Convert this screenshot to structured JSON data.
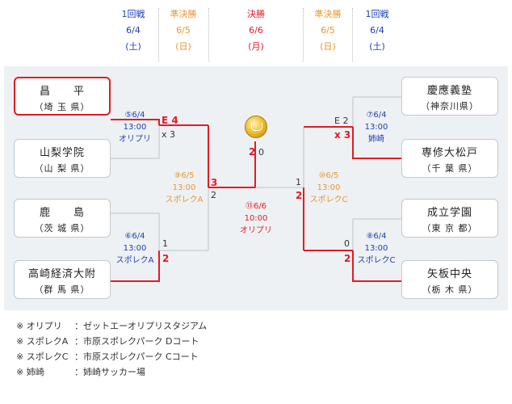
{
  "rounds": {
    "left_r1": {
      "name": "1回戦",
      "date": "6/4",
      "day": "(土)"
    },
    "left_sf": {
      "name": "準決勝",
      "date": "6/5",
      "day": "(日)"
    },
    "final": {
      "name": "決勝",
      "date": "6/6",
      "day": "(月)"
    },
    "right_sf": {
      "name": "準決勝",
      "date": "6/5",
      "day": "(日)"
    },
    "right_r1": {
      "name": "1回戦",
      "date": "6/4",
      "day": "(土)"
    }
  },
  "teams": {
    "t1": {
      "name": "昌　　平",
      "pref": "（埼 玉 県）"
    },
    "t2": {
      "name": "山梨学院",
      "pref": "（山 梨 県）"
    },
    "t3": {
      "name": "鹿　　島",
      "pref": "（茨 城 県）"
    },
    "t4": {
      "name": "高崎経済大附",
      "pref": "（群 馬 県）"
    },
    "t5": {
      "name": "慶應義塾",
      "pref": "（神奈川県）"
    },
    "t6": {
      "name": "専修大松戸",
      "pref": "（千 葉 県）"
    },
    "t7": {
      "name": "成立学園",
      "pref": "（東 京 都）"
    },
    "t8": {
      "name": "矢板中央",
      "pref": "（栃 木 県）"
    }
  },
  "matches": {
    "m5": {
      "no": "⑤6/4",
      "time": "13:00",
      "venue": "オリプリ",
      "score_top": "E 4",
      "score_bottom": "x 3"
    },
    "m6": {
      "no": "⑥6/4",
      "time": "13:00",
      "venue": "スポレクA",
      "score_top": "1",
      "score_bottom": "2"
    },
    "m7": {
      "no": "⑦6/4",
      "time": "13:00",
      "venue": "姉崎",
      "score_top": "E 2",
      "score_bottom": "x 3"
    },
    "m8": {
      "no": "⑧6/4",
      "time": "13:00",
      "venue": "スポレクC",
      "score_top": "0",
      "score_bottom": "2"
    },
    "m9": {
      "no": "⑨6/5",
      "time": "13:00",
      "venue": "スポレクA",
      "score_top": "3",
      "score_bottom": "2"
    },
    "m10": {
      "no": "⑩6/5",
      "time": "13:00",
      "venue": "スポレクC",
      "score_top": "1",
      "score_bottom": "2"
    },
    "m13": {
      "no": "⑬6/6",
      "time": "10:00",
      "venue": "オリプリ",
      "score_left": "2",
      "score_right": "0"
    }
  },
  "notes": [
    {
      "key": "※ オリプリ",
      "value": "：ゼットエーオリプリスタジアム"
    },
    {
      "key": "※ スポレクA",
      "value": "：市原スポレクパーク Dコート"
    },
    {
      "key": "※ スポレクC",
      "value": "：市原スポレクパーク Cコート"
    },
    {
      "key": "※ 姉崎",
      "value": "：姉崎サッカー場"
    }
  ],
  "colors": {
    "accent_red": "#e31b23",
    "round_blue": "#1b3fb0",
    "round_orange": "#e8962a",
    "panel_bg": "#eef1f4"
  }
}
